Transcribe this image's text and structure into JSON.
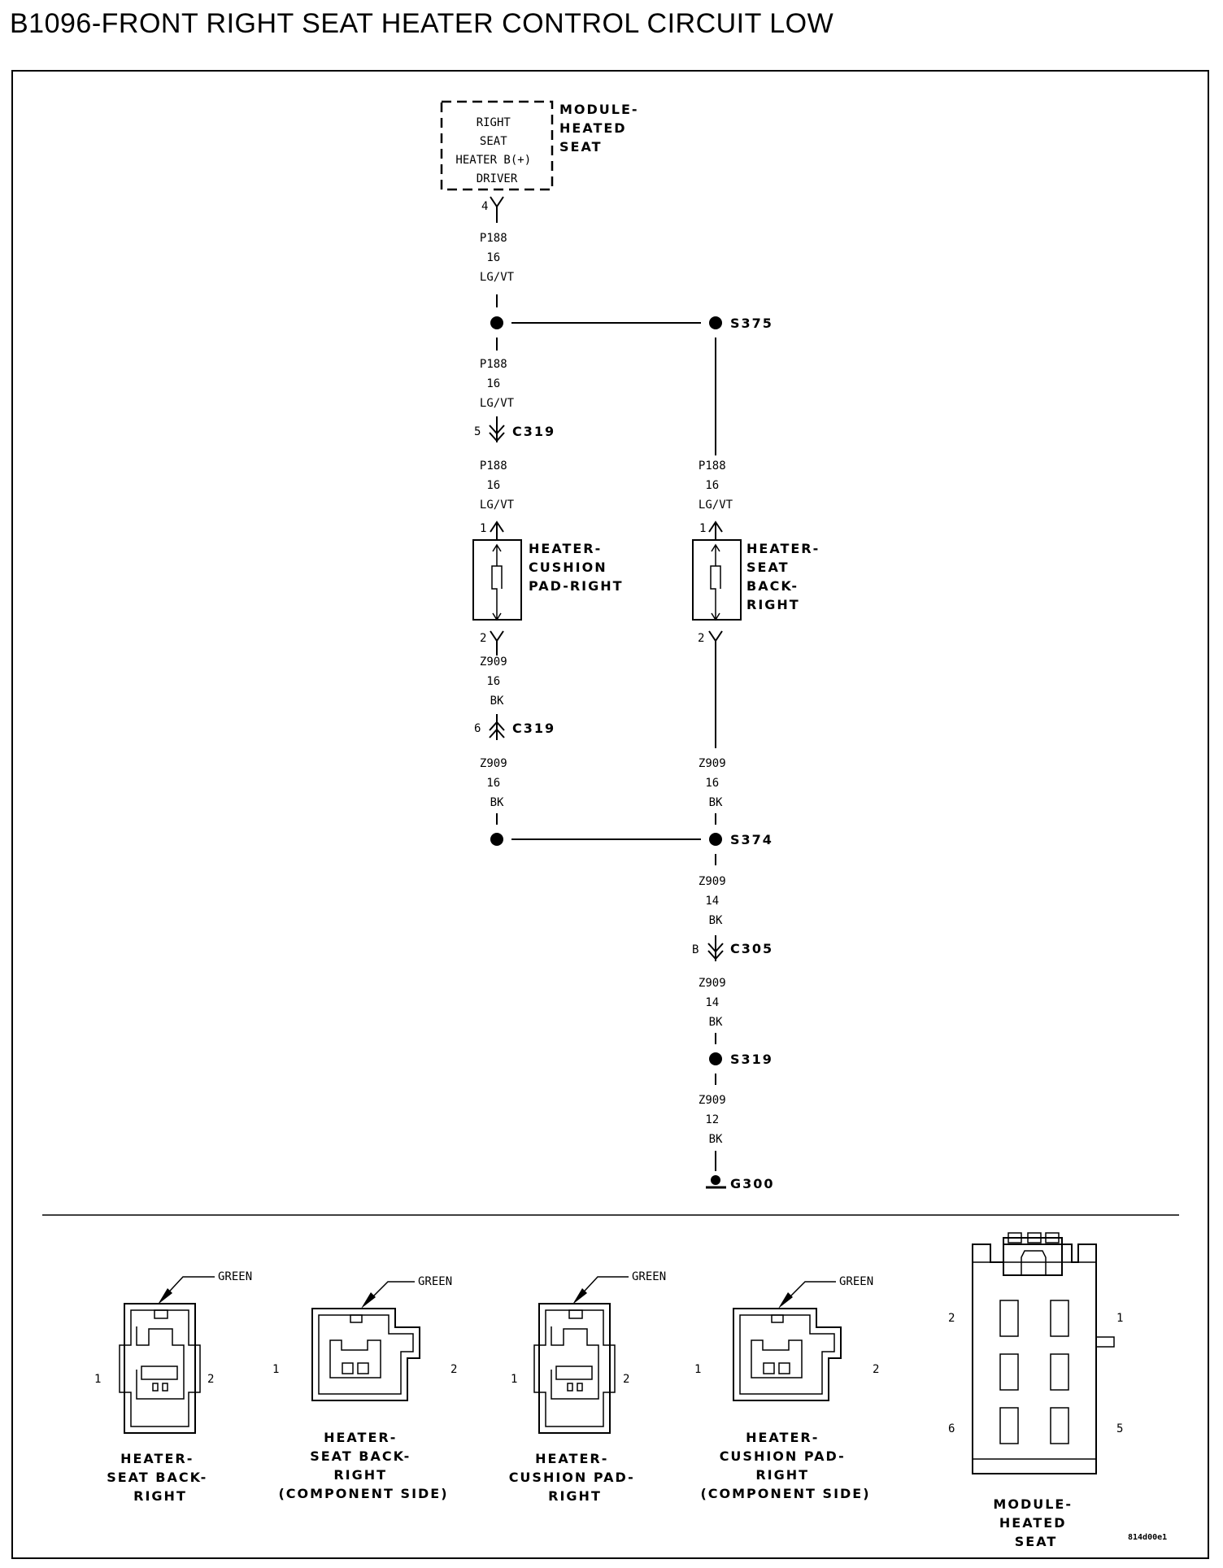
{
  "title": "B1096-FRONT RIGHT SEAT HEATER CONTROL CIRCUIT LOW",
  "module": {
    "inner_lines": [
      "RIGHT",
      "SEAT",
      "HEATER B(+)",
      "DRIVER"
    ],
    "label_lines": [
      "MODULE-",
      "HEATED",
      "SEAT"
    ],
    "pin": "4"
  },
  "wire_labels": {
    "p188_16": [
      "P188",
      "16",
      "LG/VT"
    ],
    "z909_16": [
      "Z909",
      "16",
      "BK"
    ],
    "z909_14": [
      "Z909",
      "14",
      "BK"
    ],
    "z909_12": [
      "Z909",
      "12",
      "BK"
    ]
  },
  "splices": {
    "s375": "S375",
    "s374": "S374",
    "s319": "S319"
  },
  "ground": "G300",
  "connectors": {
    "c319": "C319",
    "c319_pin_top": "5",
    "c319_pin_bottom": "6",
    "c305": "C305",
    "c305_pin": "B"
  },
  "heater_cushion": {
    "label_lines": [
      "HEATER-",
      "CUSHION",
      "PAD-RIGHT"
    ],
    "pin1": "1",
    "pin2": "2"
  },
  "heater_back": {
    "label_lines": [
      "HEATER-",
      "SEAT",
      "BACK-",
      "RIGHT"
    ],
    "pin1": "1",
    "pin2": "2"
  },
  "connector_views": [
    {
      "color": "GREEN",
      "pin_left": "1",
      "pin_right": "2",
      "label_lines": [
        "HEATER-",
        "SEAT BACK-",
        "RIGHT"
      ]
    },
    {
      "color": "GREEN",
      "pin_left": "1",
      "pin_right": "2",
      "label_lines": [
        "HEATER-",
        "SEAT BACK-",
        "RIGHT",
        "(COMPONENT SIDE)"
      ]
    },
    {
      "color": "GREEN",
      "pin_left": "1",
      "pin_right": "2",
      "label_lines": [
        "HEATER-",
        "CUSHION PAD-",
        "RIGHT"
      ]
    },
    {
      "color": "GREEN",
      "pin_left": "1",
      "pin_right": "2",
      "label_lines": [
        "HEATER-",
        "CUSHION PAD-",
        "RIGHT",
        "(COMPONENT SIDE)"
      ]
    }
  ],
  "module_connector": {
    "pins": {
      "p1": "1",
      "p2": "2",
      "p5": "5",
      "p6": "6"
    },
    "label_lines": [
      "MODULE-",
      "HEATED",
      "SEAT"
    ]
  },
  "figure_id": "814d00e1"
}
